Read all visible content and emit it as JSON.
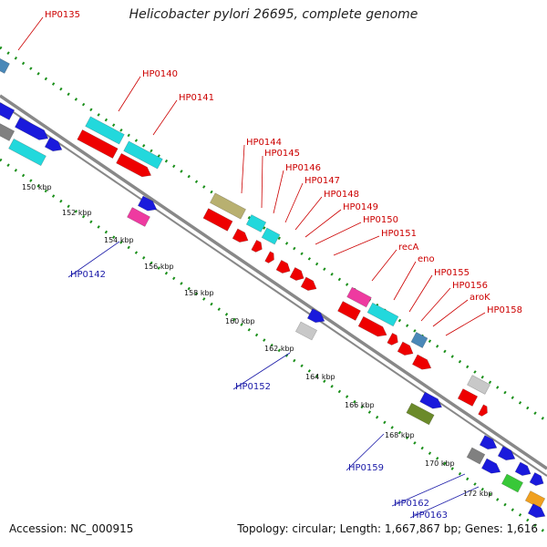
{
  "title": "Helicobacter pylori 26695, complete genome",
  "footer": {
    "accession_label": "Accession:",
    "accession_value": "NC_000915",
    "topology_text": "Topology: circular; Length: 1,667,867 bp; Genes: 1,616"
  },
  "colors": {
    "backbone": "#888888",
    "forward_track": "#1a8f1a",
    "label_red": "#cc0000",
    "label_blue": "#1a1aa8",
    "red": "#ee0000",
    "blue": "#1a1adc",
    "cyan": "#22d8dc",
    "magenta": "#ee3aa0",
    "olive": "#b8b070",
    "darkolive": "#6b8a2a",
    "silver": "#c8c8c8",
    "steel": "#4a88b8",
    "green": "#38c838",
    "gray": "#808080",
    "orange": "#f0a020"
  },
  "tick_labels": [
    "150 kbp",
    "152 kbp",
    "154 kbp",
    "156 kbp",
    "158 kbp",
    "160 kbp",
    "162 kbp",
    "164 kbp",
    "166 kbp",
    "168 kbp",
    "170 kbp",
    "172 kbp"
  ],
  "gene_labels_red": [
    "HP0135",
    "HP0140",
    "HP0141",
    "HP0144",
    "HP0145",
    "HP0146",
    "HP0147",
    "HP0148",
    "HP0149",
    "HP0150",
    "HP0151",
    "recA",
    "eno",
    "HP0155",
    "HP0156",
    "aroK",
    "HP0158"
  ],
  "gene_labels_blue": [
    "HP0142",
    "HP0152",
    "HP0159",
    "HP0162",
    "HP0163"
  ]
}
